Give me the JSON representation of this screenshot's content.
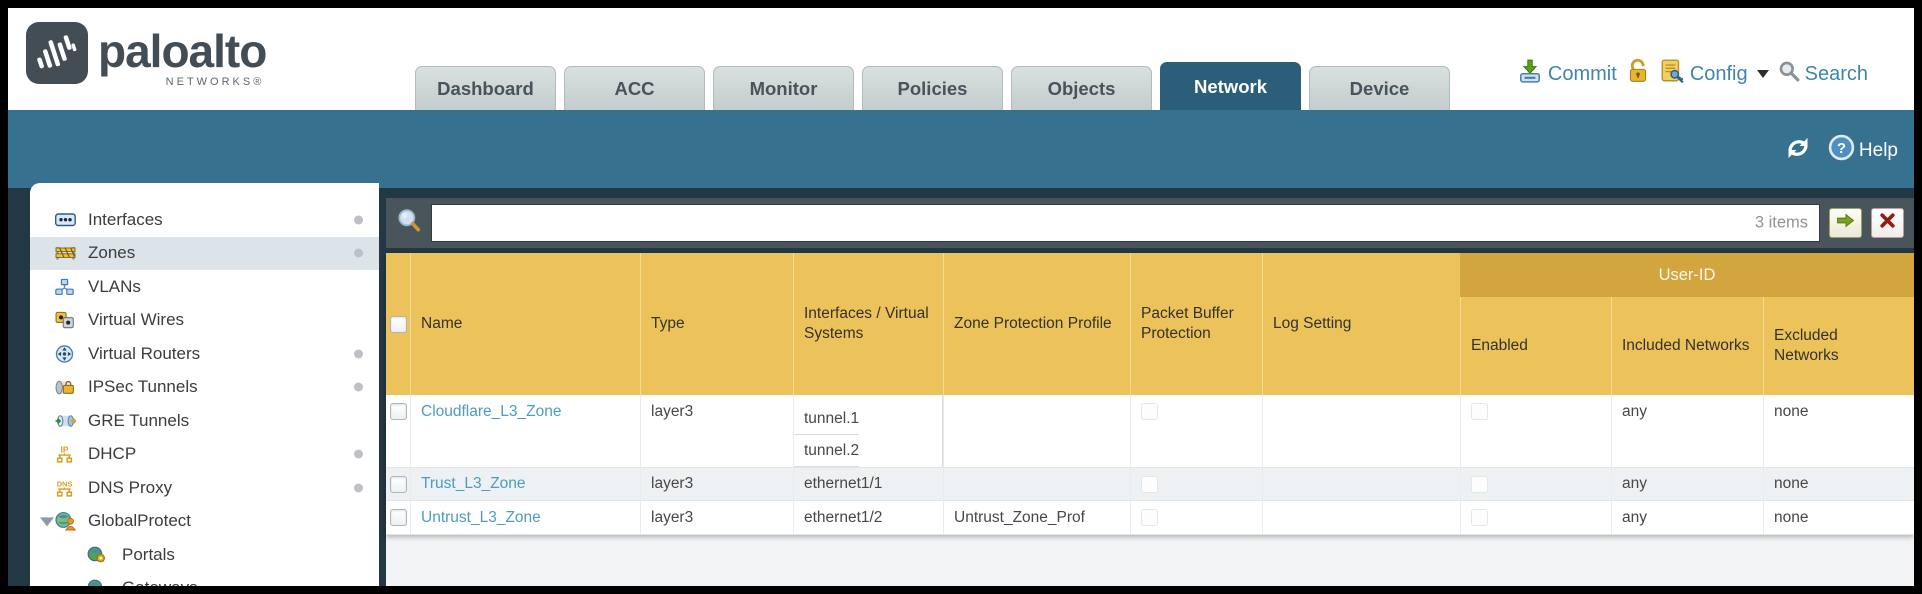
{
  "colors": {
    "blue_band": "#36718f",
    "active_tab": "#2b5e79",
    "toolbar_dark": "#4a545b",
    "header_gold": "#ecc25b",
    "user_id_band": "#d2a53e",
    "link": "#4d9cc0",
    "go_arrow_green": "#7aa21e",
    "close_red": "#8e2012"
  },
  "header": {
    "brand": "paloalto",
    "brand_sub": "NETWORKS®",
    "tabs": [
      {
        "label": "Dashboard"
      },
      {
        "label": "ACC"
      },
      {
        "label": "Monitor"
      },
      {
        "label": "Policies"
      },
      {
        "label": "Objects"
      },
      {
        "label": "Network",
        "active": true
      },
      {
        "label": "Device"
      }
    ],
    "actions": {
      "commit": "Commit",
      "config": "Config",
      "search": "Search"
    }
  },
  "bluebar": {
    "help": "Help"
  },
  "toolbar": {
    "search_value": "",
    "items_count": "3 items"
  },
  "sidebar": {
    "items": [
      {
        "label": "Interfaces",
        "dot": true
      },
      {
        "label": "Zones",
        "dot": true,
        "selected": true
      },
      {
        "label": "VLANs"
      },
      {
        "label": "Virtual Wires"
      },
      {
        "label": "Virtual Routers",
        "dot": true
      },
      {
        "label": "IPSec Tunnels",
        "dot": true
      },
      {
        "label": "GRE Tunnels"
      },
      {
        "label": "DHCP",
        "dot": true
      },
      {
        "label": "DNS Proxy",
        "dot": true
      },
      {
        "label": "GlobalProtect",
        "expanded": true,
        "children": [
          {
            "label": "Portals"
          },
          {
            "label": "Gateways"
          }
        ]
      }
    ]
  },
  "table": {
    "group_header": "User-ID",
    "columns": [
      "Name",
      "Type",
      "Interfaces / Virtual Systems",
      "Zone Protection Profile",
      "Packet Buffer Protection",
      "Log Setting",
      "Enabled",
      "Included Networks",
      "Excluded Networks"
    ],
    "rows": [
      {
        "name": "Cloudflare_L3_Zone",
        "type": "layer3",
        "interfaces": [
          "tunnel.1",
          "tunnel.2"
        ],
        "zone_protection_profile": "",
        "log_setting": "",
        "packet_buffer_protection": false,
        "user_id_enabled": false,
        "included_networks": "any",
        "excluded_networks": "none"
      },
      {
        "name": "Trust_L3_Zone",
        "type": "layer3",
        "interfaces": [
          "ethernet1/1"
        ],
        "zone_protection_profile": "",
        "log_setting": "",
        "packet_buffer_protection": false,
        "user_id_enabled": false,
        "included_networks": "any",
        "excluded_networks": "none"
      },
      {
        "name": "Untrust_L3_Zone",
        "type": "layer3",
        "interfaces": [
          "ethernet1/2"
        ],
        "zone_protection_profile": "Untrust_Zone_Prof",
        "log_setting": "",
        "packet_buffer_protection": false,
        "user_id_enabled": false,
        "included_networks": "any",
        "excluded_networks": "none"
      }
    ]
  }
}
